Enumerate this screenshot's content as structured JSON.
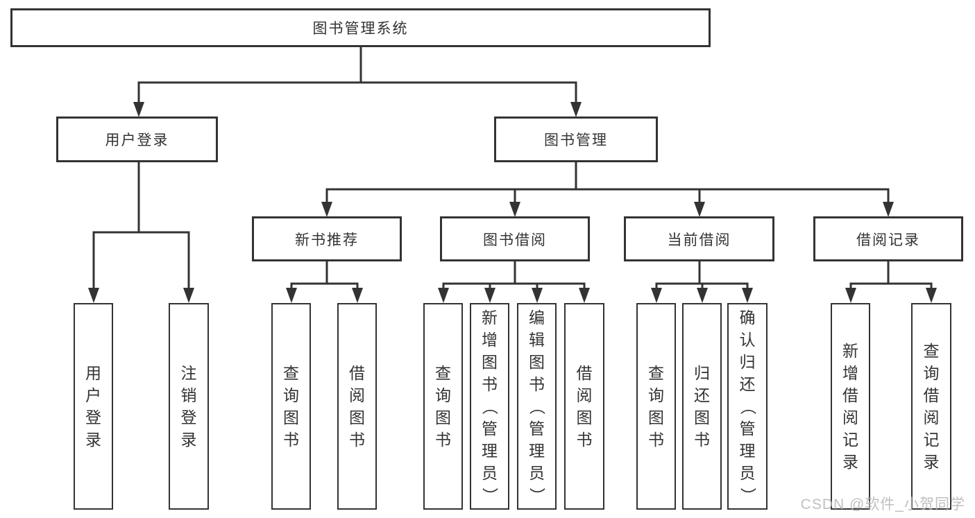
{
  "diagram_type": "hierarchy-diagram",
  "colors": {
    "background": "#ffffff",
    "line": "#333333",
    "box_border": "#333333",
    "text": "#333333",
    "watermark": "#b4b4b4"
  },
  "tree": {
    "label": "图书管理系统",
    "children": [
      {
        "label": "用户登录",
        "children": [
          {
            "label": "用户登录"
          },
          {
            "label": "注销登录"
          }
        ]
      },
      {
        "label": "图书管理",
        "children": [
          {
            "label": "新书推荐",
            "children": [
              {
                "label": "查询图书"
              },
              {
                "label": "借阅图书"
              }
            ]
          },
          {
            "label": "图书借阅",
            "children": [
              {
                "label": "查询图书"
              },
              {
                "label": "新增图书（管理员）"
              },
              {
                "label": "编辑图书（管理员）"
              },
              {
                "label": "借阅图书"
              }
            ]
          },
          {
            "label": "当前借阅",
            "children": [
              {
                "label": "查询图书"
              },
              {
                "label": "归还图书"
              },
              {
                "label": "确认归还（管理员）"
              }
            ]
          },
          {
            "label": "借阅记录",
            "children": [
              {
                "label": "新增借阅记录"
              },
              {
                "label": "查询借阅记录"
              }
            ]
          }
        ]
      }
    ]
  },
  "watermark": {
    "text": "CSDN @软件_小贺同学"
  }
}
